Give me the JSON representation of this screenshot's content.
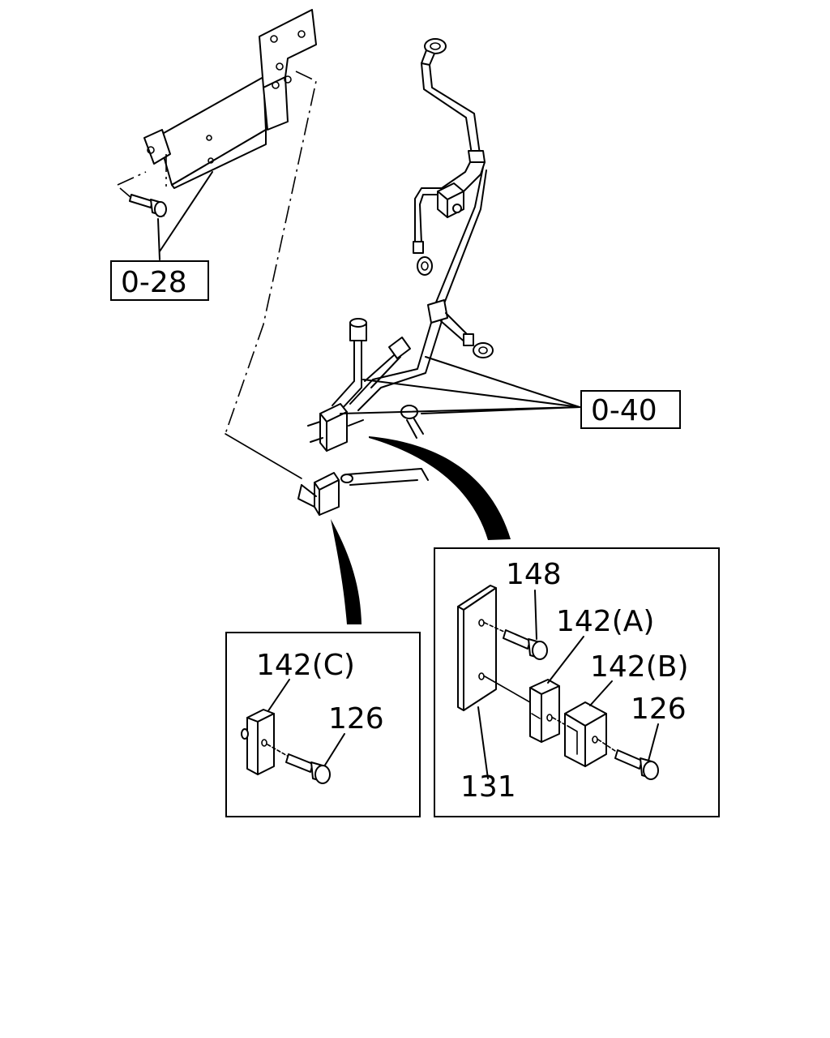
{
  "references": {
    "ref_0_28": "0-28",
    "ref_0_40": "0-40"
  },
  "detail_c": {
    "label_142c": "142(C)",
    "label_126": "126"
  },
  "detail_ab": {
    "label_148": "148",
    "label_142a": "142(A)",
    "label_142b": "142(B)",
    "label_126": "126",
    "label_131": "131"
  }
}
